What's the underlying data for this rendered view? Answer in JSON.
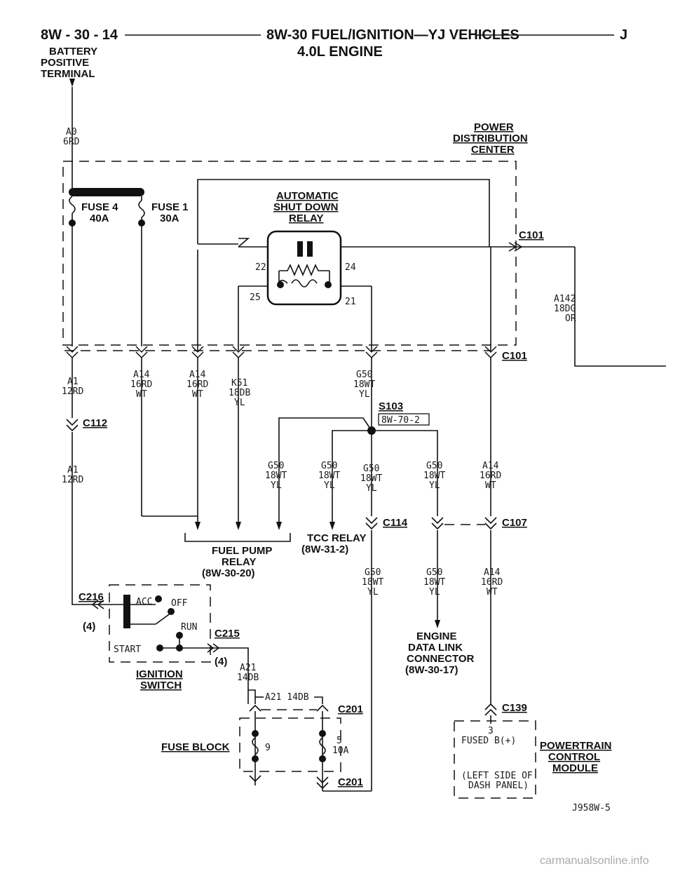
{
  "header": {
    "page_number": "8W - 30 - 14",
    "title": "8W-30 FUEL/IGNITION—YJ VEHICLES",
    "subtitle": "4.0L ENGINE",
    "edge_letter": "J"
  },
  "components": {
    "battery_terminal": [
      "BATTERY",
      "POSITIVE",
      "TERMINAL"
    ],
    "pdc": [
      "POWER",
      "DISTRIBUTION",
      "CENTER"
    ],
    "asd_relay": [
      "AUTOMATIC",
      "SHUT DOWN",
      "RELAY"
    ],
    "fuse4": [
      "FUSE 4",
      "40A"
    ],
    "fuse1": [
      "FUSE 1",
      "30A"
    ],
    "fuel_pump_relay": [
      "FUEL PUMP",
      "RELAY",
      "(8W-30-20)"
    ],
    "tcc_relay": [
      "TCC RELAY",
      "(8W-31-2)"
    ],
    "edlc": [
      "ENGINE",
      "DATA LINK",
      "CONNECTOR",
      "(8W-30-17)"
    ],
    "ignition_switch": [
      "IGNITION",
      "SWITCH"
    ],
    "ign_positions": {
      "acc": "ACC",
      "off": "OFF",
      "run": "RUN",
      "start": "START"
    },
    "fuse_block": "FUSE BLOCK",
    "fuse_block_9": "9",
    "fuse_block_5": [
      "5",
      "10A"
    ],
    "pcm": [
      "POWERTRAIN",
      "CONTROL",
      "MODULE"
    ],
    "pcm_inner": [
      "3",
      "FUSED B(+)",
      "(LEFT SIDE OF",
      "DASH PANEL)"
    ],
    "s103_ref": "8W-70-2"
  },
  "wires": {
    "a0": [
      "A0",
      "6RD"
    ],
    "a142": [
      "A142",
      "18DG",
      "OR"
    ],
    "a1_top": [
      "A1",
      "12RD"
    ],
    "a14_a": [
      "A14",
      "16RD",
      "WT"
    ],
    "a14_b": [
      "A14",
      "16RD",
      "WT"
    ],
    "k51": [
      "K51",
      "18DB",
      "YL"
    ],
    "g50_top": [
      "G50",
      "18WT",
      "YL"
    ],
    "a1_bot": [
      "A1",
      "12RD"
    ],
    "g50_1": [
      "G50",
      "18WT",
      "YL"
    ],
    "g50_2": [
      "G50",
      "18WT",
      "YL"
    ],
    "g50_3": [
      "G50",
      "18WT",
      "YL"
    ],
    "g50_4": [
      "G50",
      "18WT",
      "YL"
    ],
    "a14_r": [
      "A14",
      "16RD",
      "WT"
    ],
    "g50_5": [
      "G50",
      "18WT",
      "YL"
    ],
    "g50_6": [
      "G50",
      "18WT",
      "YL"
    ],
    "a14_r2": [
      "A14",
      "16RD",
      "WT"
    ],
    "a21": [
      "A21",
      "14DB"
    ],
    "a21_b": "A21 14DB"
  },
  "connectors": {
    "c101_top": "C101",
    "c101_bot": "C101",
    "c112": "C112",
    "s103": "S103",
    "c114": "C114",
    "c107": "C107",
    "c216": "C216",
    "c216_pin": "(4)",
    "c215": "C215",
    "c215_pin": "(4)",
    "c201_top": "C201",
    "c201_bot": "C201",
    "c139": "C139"
  },
  "pins": {
    "p22": "22",
    "p24": "24",
    "p25": "25",
    "p21": "21"
  },
  "figure_id": "J958W-5",
  "watermark": "carmanualsonline.info"
}
